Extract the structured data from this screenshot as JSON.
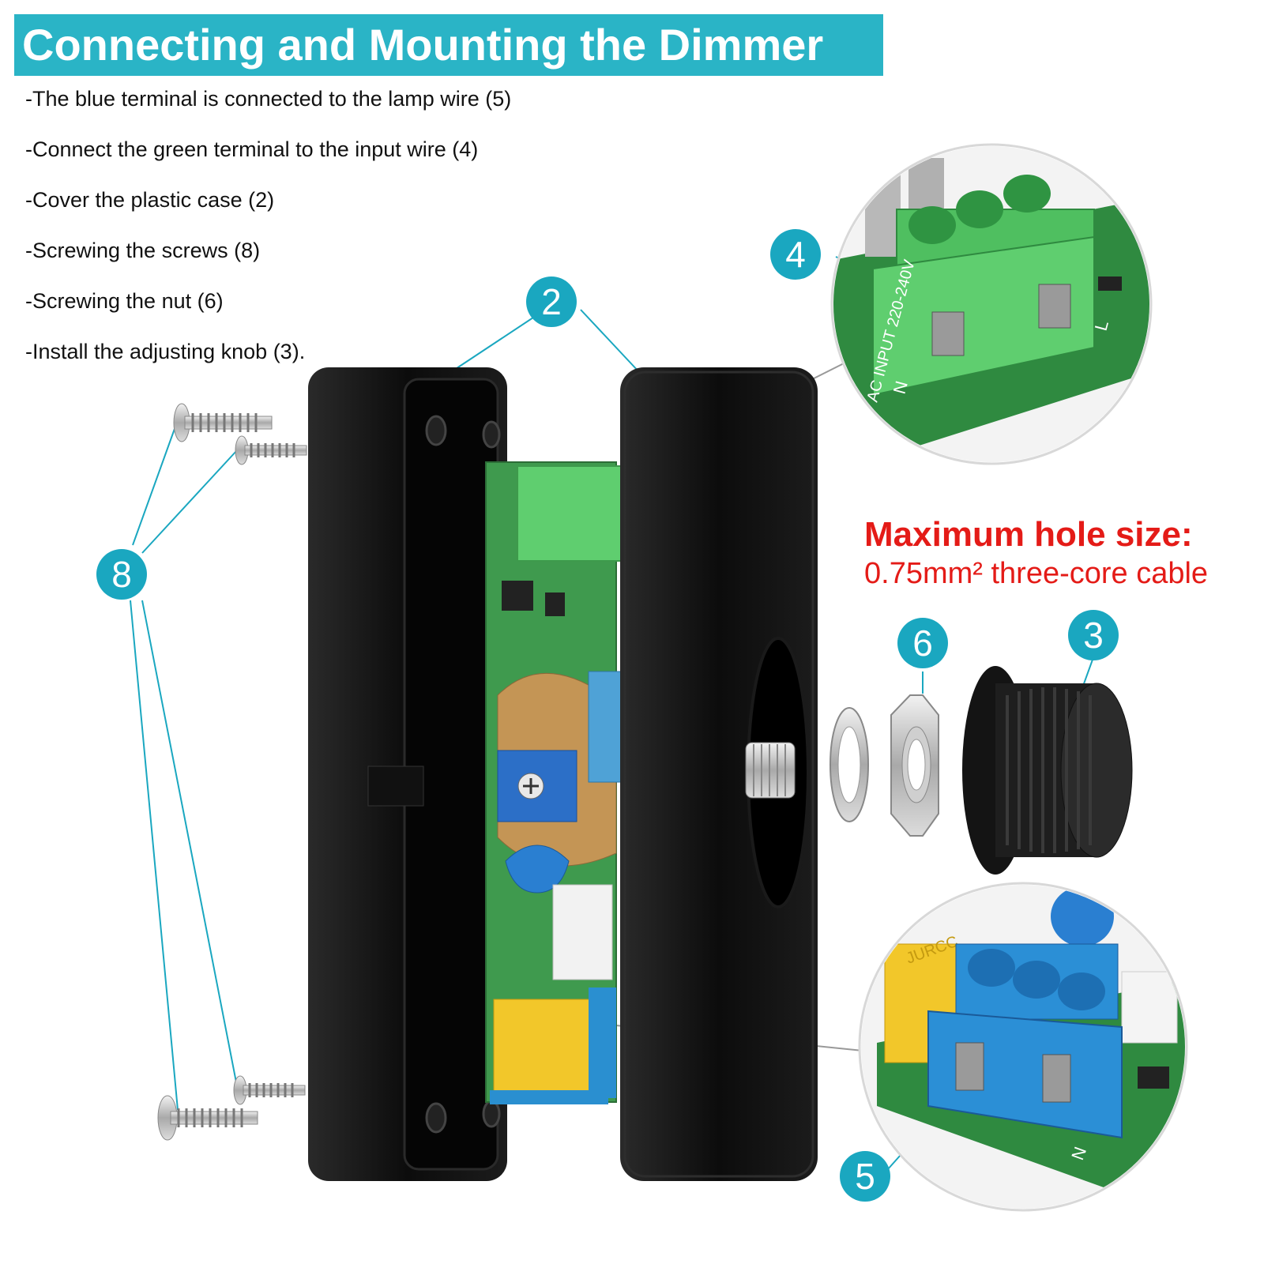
{
  "title": "Connecting and Mounting the Dimmer",
  "steps": [
    "-The blue terminal is connected to the lamp wire (5)",
    "-Connect the green terminal to the input wire (4)",
    "-Cover the plastic case (2)",
    "-Screwing the screws (8)",
    "-Screwing the nut (6)",
    "-Install the adjusting knob (3)."
  ],
  "callouts": {
    "case": "2",
    "knob": "3",
    "green_terminal": "4",
    "blue_terminal": "5",
    "nut": "6",
    "screws": "8"
  },
  "hole_size": {
    "title": "Maximum hole size:",
    "value": "0.75mm² three-core cable"
  },
  "pcb_labels": {
    "green_voltage": "AC INPUT 220-240V",
    "green_n": "N",
    "green_l": "L",
    "cap_brand": "JURCC",
    "blue_n": "N"
  },
  "colors": {
    "accent": "#1aa7c0",
    "title_bg": "#2ab4c6",
    "warning": "#e41b17",
    "terminal_green": "#5fce6f",
    "terminal_blue": "#2b8fd6",
    "pcb_green": "#3f9a4e",
    "case_black": "#111111"
  }
}
